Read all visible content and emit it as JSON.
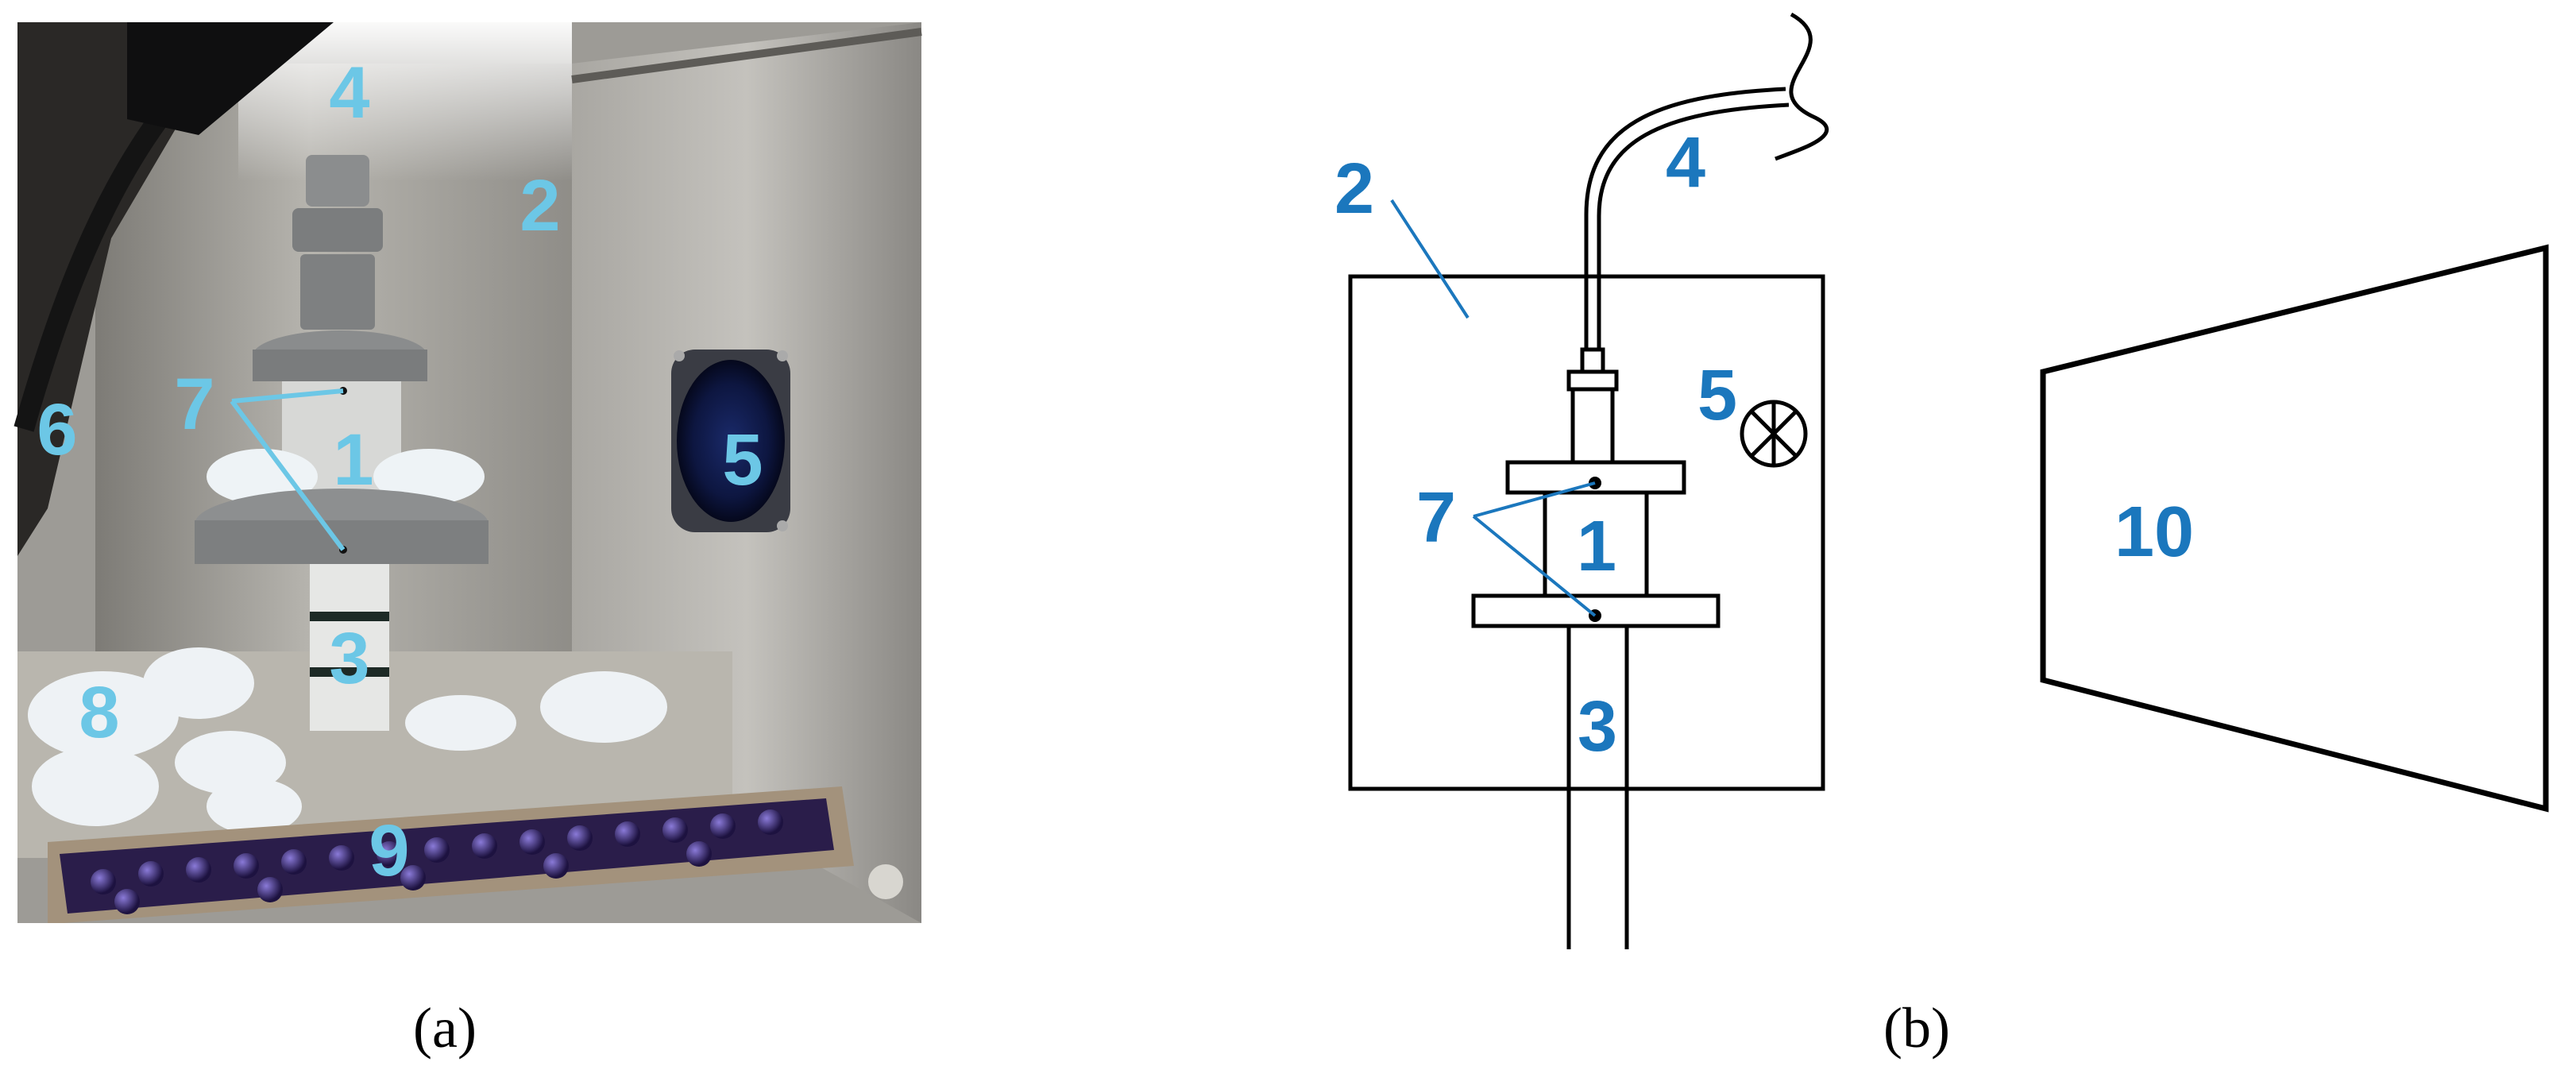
{
  "panel_a": {
    "caption": "(a)",
    "label_color": "#6cc7e6",
    "labels": {
      "l1": "1",
      "l2": "2",
      "l3": "3",
      "l4": "4",
      "l5": "5",
      "l6": "6",
      "l7": "7",
      "l8": "8",
      "l9": "9"
    }
  },
  "panel_b": {
    "caption": "(b)",
    "label_color": "#1b77bd",
    "labels": {
      "l1": "1",
      "l2": "2",
      "l3": "3",
      "l4": "4",
      "l5": "5",
      "l7": "7",
      "l10": "10"
    }
  }
}
